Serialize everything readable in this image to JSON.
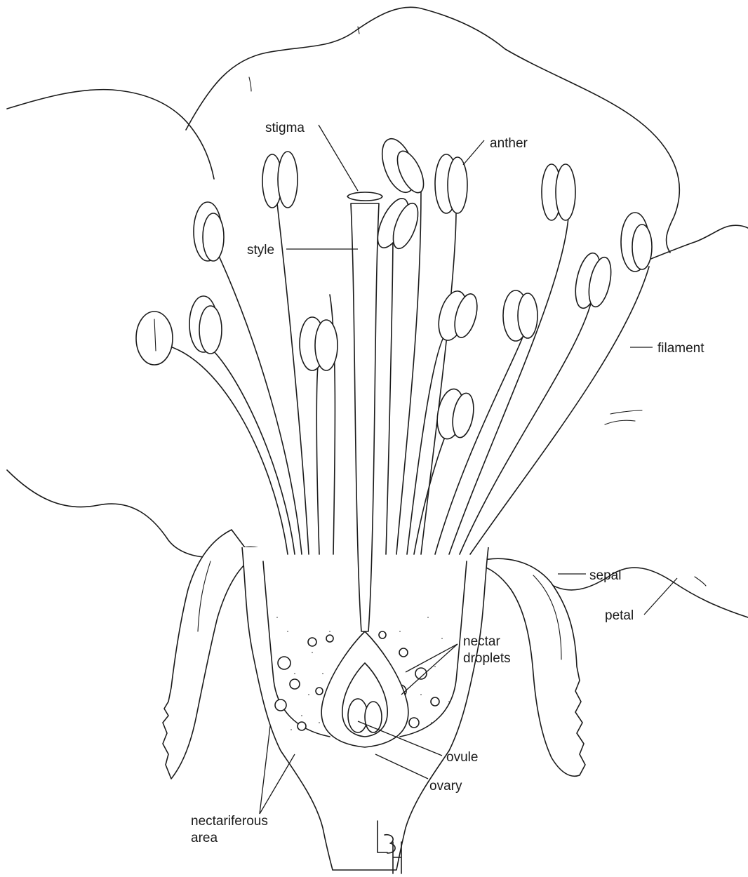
{
  "labels": {
    "stigma": "stigma",
    "anther": "anther",
    "style": "style",
    "filament": "filament",
    "petal": "petal",
    "nectar_line1": "nectar",
    "nectar_line2": "droplets",
    "sepal": "sepal",
    "ovule": "ovule",
    "ovary": "ovary",
    "nectariferous_line1": "nectariferous",
    "nectariferous_line2": "area"
  },
  "signature": "LBH",
  "colors": {
    "ink": "#1a1a1a",
    "paper": "#ffffff"
  }
}
